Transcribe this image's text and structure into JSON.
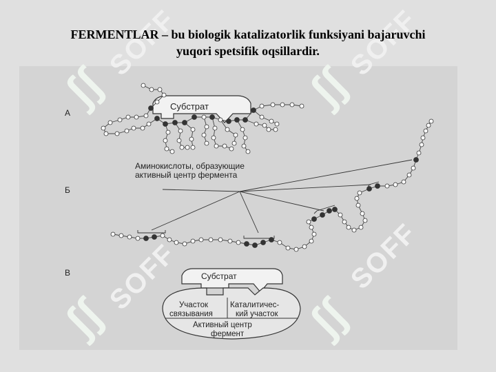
{
  "slide": {
    "title_line1": "FERMENTLAR – bu biologik katalizatorlik funksiyani bajaruvchi",
    "title_line2": "yuqori spetsifik oqsillardir."
  },
  "figure": {
    "panel_a": "А",
    "panel_b": "Б",
    "panel_c": "В",
    "substrate_a": "Субстрат",
    "annotation_line1": "Аминокислоты, образующие",
    "annotation_line2": "активный центр фермента",
    "substrate_c": "Субстрат",
    "binding_site_line1": "Участок",
    "binding_site_line2": "связывания",
    "catalytic_site_line1": "Каталитичес-",
    "catalytic_site_line2": "кий участок",
    "active_center_line1": "Активный центр",
    "active_center_line2": "фермент"
  },
  "watermark": {
    "text": "SOFF",
    "logo": "ʃʃ"
  }
}
